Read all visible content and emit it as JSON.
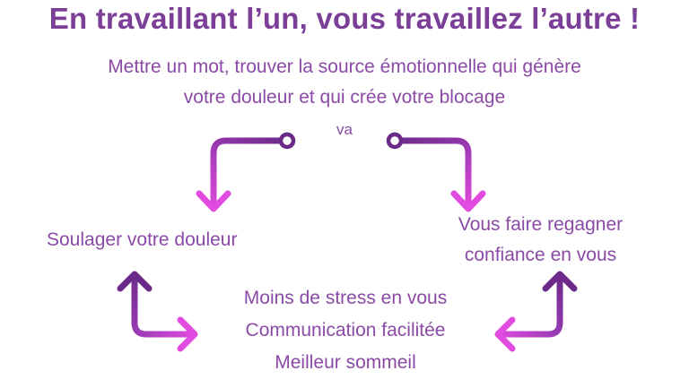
{
  "title": "En travaillant l’un, vous travaillez l’autre !",
  "intro": {
    "line1": "Mettre un mot, trouver la source émotionnelle qui génère",
    "line2": "votre douleur et qui crée votre blocage"
  },
  "connector": "va",
  "left_text": "Soulager votre douleur",
  "right_text": {
    "line1": "Vous faire regagner",
    "line2": "confiance en vous"
  },
  "center_text": {
    "line1": "Moins de stress en vous",
    "line2": "Communication facilitée",
    "line3": "Meilleur sommeil"
  },
  "colors": {
    "title": "#7b3f98",
    "text": "#8a4aa6",
    "arrow_dark": "#6b2a88",
    "arrow_bright": "#e24be0"
  }
}
